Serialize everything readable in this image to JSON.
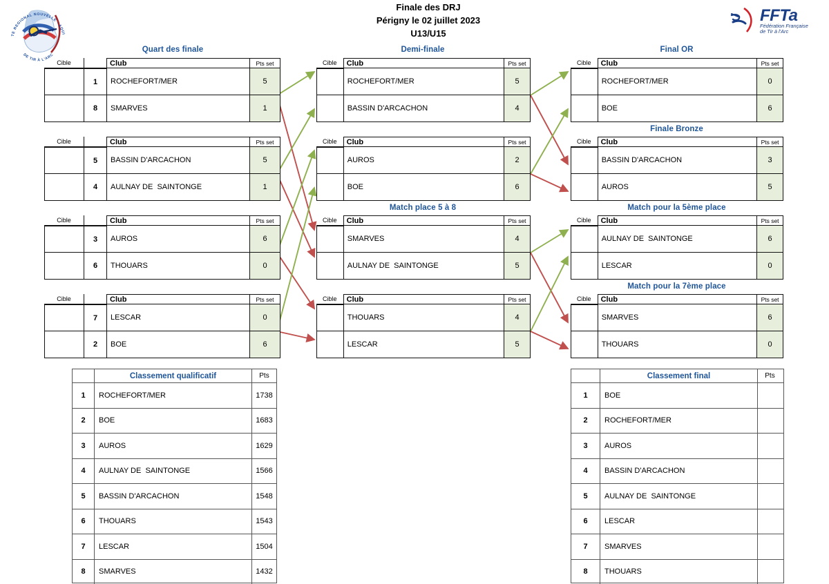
{
  "header": {
    "title_line1": "Finale des DRJ",
    "title_line2": "Périgny le 02 juillet 2023",
    "title_line3": "U13/U15",
    "left_logo": "comite-regional-nouvelle-aquitaine-tir-a-l-arc-logo",
    "left_logo_text_top": "COMITE REGIONAL NOUVELLE - AQUITAINE",
    "left_logo_text_bottom": "DE TIR À L'ARC",
    "right_logo": "ffta-logo",
    "right_logo_text": "FFTa",
    "right_logo_sub1": "Fédération Française",
    "right_logo_sub2": "de Tir à l'Arc"
  },
  "colors": {
    "title_blue": "#1f5599",
    "winner_arrow_green": "#8fb04e",
    "loser_arrow_red": "#c0504d",
    "pts_cell_bg": "#e8eedc",
    "border": "#111111",
    "rank_border": "#555555"
  },
  "table_headers": {
    "cible": "Cible",
    "club": "Club",
    "pts_set": "Pts set",
    "pts": "Pts"
  },
  "sections": {
    "quart": "Quart des finale",
    "demi": "Demi-finale",
    "final_or": "Final OR",
    "finale_bronze": "Finale Bronze",
    "match_5_8": "Match place 5 à 8",
    "match_5eme": "Match pour la 5ème place",
    "match_7eme": "Match pour la 7ème place"
  },
  "quarts": [
    {
      "rows": [
        {
          "cible": "",
          "seed": "1",
          "club": "ROCHEFORT/MER",
          "pts": "5"
        },
        {
          "cible": "",
          "seed": "8",
          "club": "SMARVES",
          "pts": "1"
        }
      ]
    },
    {
      "rows": [
        {
          "cible": "",
          "seed": "5",
          "club": "BASSIN D'ARCACHON",
          "pts": "5"
        },
        {
          "cible": "",
          "seed": "4",
          "club": "AULNAY DE  SAINTONGE",
          "pts": "1"
        }
      ]
    },
    {
      "rows": [
        {
          "cible": "",
          "seed": "3",
          "club": "AUROS",
          "pts": "6"
        },
        {
          "cible": "",
          "seed": "6",
          "club": "THOUARS",
          "pts": "0"
        }
      ]
    },
    {
      "rows": [
        {
          "cible": "",
          "seed": "7",
          "club": "LESCAR",
          "pts": "0"
        },
        {
          "cible": "",
          "seed": "2",
          "club": "BOE",
          "pts": "6"
        }
      ]
    }
  ],
  "demis": [
    {
      "rows": [
        {
          "cible": "",
          "club": "ROCHEFORT/MER",
          "pts": "5"
        },
        {
          "cible": "",
          "club": "BASSIN D'ARCACHON",
          "pts": "4"
        }
      ]
    },
    {
      "rows": [
        {
          "cible": "",
          "club": "AUROS",
          "pts": "2"
        },
        {
          "cible": "",
          "club": "BOE",
          "pts": "6"
        }
      ]
    },
    {
      "rows": [
        {
          "cible": "",
          "club": "SMARVES",
          "pts": "4"
        },
        {
          "cible": "",
          "club": "AULNAY DE  SAINTONGE",
          "pts": "5"
        }
      ]
    },
    {
      "rows": [
        {
          "cible": "",
          "club": "THOUARS",
          "pts": "4"
        },
        {
          "cible": "",
          "club": "LESCAR",
          "pts": "5"
        }
      ]
    }
  ],
  "finales": [
    {
      "rows": [
        {
          "cible": "",
          "club": "ROCHEFORT/MER",
          "pts": "0"
        },
        {
          "cible": "",
          "club": "BOE",
          "pts": "6"
        }
      ]
    },
    {
      "rows": [
        {
          "cible": "",
          "club": "BASSIN D'ARCACHON",
          "pts": "3"
        },
        {
          "cible": "",
          "club": "AUROS",
          "pts": "5"
        }
      ]
    },
    {
      "rows": [
        {
          "cible": "",
          "club": "AULNAY DE  SAINTONGE",
          "pts": "6"
        },
        {
          "cible": "",
          "club": "LESCAR",
          "pts": "0"
        }
      ]
    },
    {
      "rows": [
        {
          "cible": "",
          "club": "SMARVES",
          "pts": "6"
        },
        {
          "cible": "",
          "club": "THOUARS",
          "pts": "0"
        }
      ]
    }
  ],
  "classement_qualificatif": {
    "title": "Classement qualificatif",
    "pts_header": "Pts",
    "rows": [
      {
        "rank": "1",
        "club": "ROCHEFORT/MER",
        "pts": "1738"
      },
      {
        "rank": "2",
        "club": "BOE",
        "pts": "1683"
      },
      {
        "rank": "3",
        "club": "AUROS",
        "pts": "1629"
      },
      {
        "rank": "4",
        "club": "AULNAY DE  SAINTONGE",
        "pts": "1566"
      },
      {
        "rank": "5",
        "club": "BASSIN D'ARCACHON",
        "pts": "1548"
      },
      {
        "rank": "6",
        "club": "THOUARS",
        "pts": "1543"
      },
      {
        "rank": "7",
        "club": "LESCAR",
        "pts": "1504"
      },
      {
        "rank": "8",
        "club": "SMARVES",
        "pts": "1432"
      }
    ]
  },
  "classement_final": {
    "title": "Classement final",
    "pts_header": "Pts",
    "rows": [
      {
        "rank": "1",
        "club": "BOE",
        "pts": ""
      },
      {
        "rank": "2",
        "club": "ROCHEFORT/MER",
        "pts": ""
      },
      {
        "rank": "3",
        "club": "AUROS",
        "pts": ""
      },
      {
        "rank": "4",
        "club": "BASSIN D'ARCACHON",
        "pts": ""
      },
      {
        "rank": "5",
        "club": "AULNAY DE  SAINTONGE",
        "pts": ""
      },
      {
        "rank": "6",
        "club": "LESCAR",
        "pts": ""
      },
      {
        "rank": "7",
        "club": "SMARVES",
        "pts": ""
      },
      {
        "rank": "8",
        "club": "THOUARS",
        "pts": ""
      }
    ]
  }
}
